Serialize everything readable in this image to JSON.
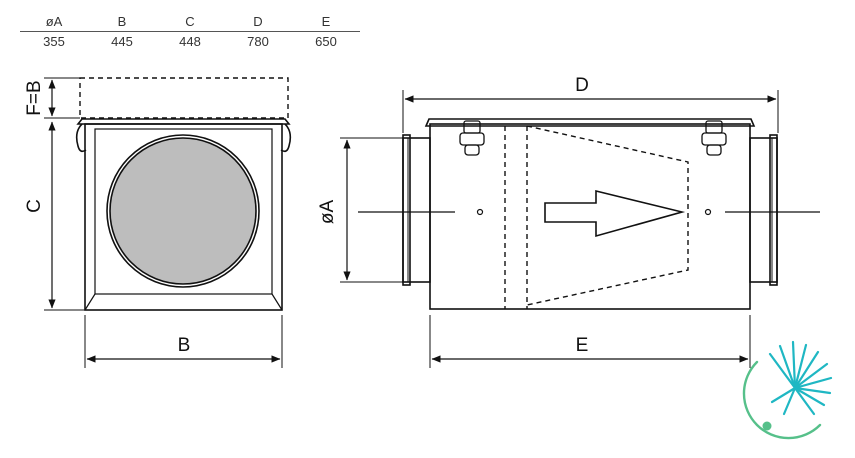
{
  "table": {
    "headers": [
      "øA",
      "B",
      "C",
      "D",
      "E"
    ],
    "values": [
      "355",
      "445",
      "448",
      "780",
      "650"
    ]
  },
  "labels": {
    "fb": "F=B",
    "c": "C",
    "b": "B",
    "a": "øA",
    "d": "D",
    "e": "E"
  },
  "colors": {
    "line": "#111111",
    "filter": "#bdbdbd",
    "logo_teal": "#1fb7c3",
    "logo_green": "#56c08a"
  },
  "logo": {
    "icon": "dandelion-logo-icon"
  }
}
